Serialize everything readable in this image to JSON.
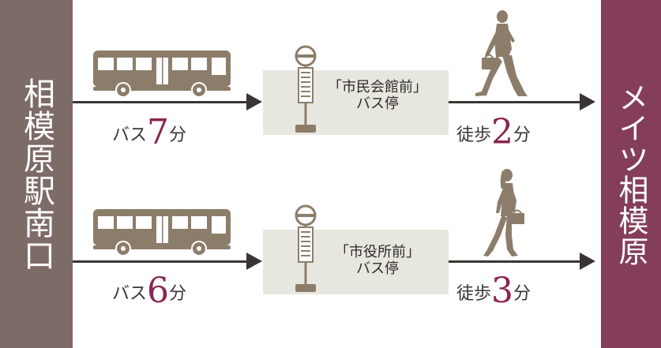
{
  "origin": {
    "label": "相模原駅南口"
  },
  "destination": {
    "label": "メイツ相模原"
  },
  "routes": [
    {
      "stop_name": "「市民会館前」",
      "stop_type": "バス停",
      "bus_prefix": "バス",
      "bus_minutes": "7",
      "bus_unit": "分",
      "walk_prefix": "徒歩",
      "walk_minutes": "2",
      "walk_unit": "分"
    },
    {
      "stop_name": "「市役所前」",
      "stop_type": "バス停",
      "bus_prefix": "バス",
      "bus_minutes": "6",
      "bus_unit": "分",
      "walk_prefix": "徒歩",
      "walk_minutes": "3",
      "walk_unit": "分"
    }
  ],
  "colors": {
    "origin_panel": "#7d6b67",
    "destination_panel": "#843e5a",
    "icon": "#8c7d6b",
    "number_accent": "#8a2452",
    "stop_box": "#e8e7df"
  },
  "icons": [
    "bus-icon",
    "bus-stop-sign-icon",
    "walking-man-icon",
    "walking-woman-icon"
  ]
}
